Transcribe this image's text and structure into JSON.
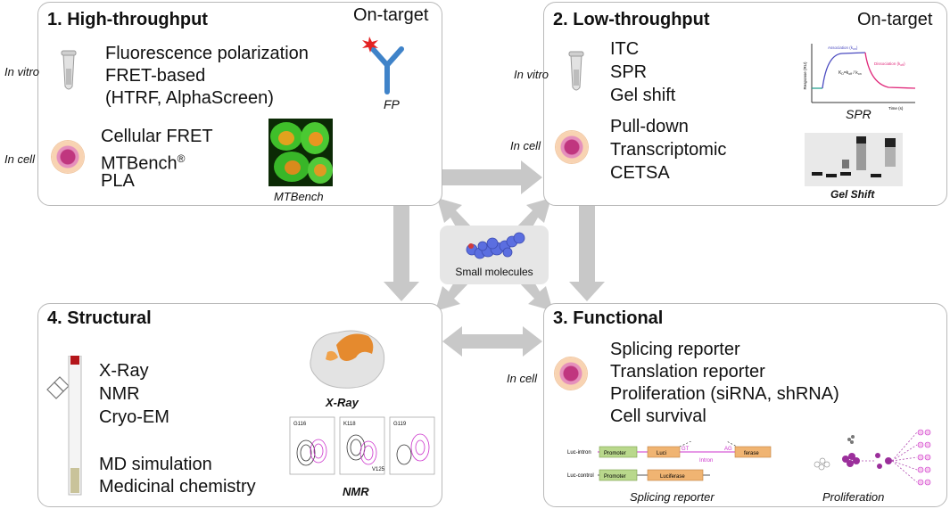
{
  "hub": {
    "label": "Small molecules"
  },
  "panel1": {
    "title": "1. High-throughput",
    "on_target": "On-target",
    "in_vitro_label": "In vitro",
    "in_cell_label": "In cell",
    "in_vitro_methods": [
      "Fluorescence polarization",
      "FRET-based",
      "(HTRF, AlphaScreen)"
    ],
    "in_cell_methods": [
      "Cellular FRET",
      "MTBench",
      "PLA"
    ],
    "registered_mark": "®",
    "fp_caption": "FP",
    "mtbench_caption": "MTBench"
  },
  "panel2": {
    "title": "2. Low-throughput",
    "on_target": "On-target",
    "in_vitro_label": "In vitro",
    "in_cell_label": "In cell",
    "in_vitro_methods": [
      "ITC",
      "SPR",
      "Gel shift"
    ],
    "in_cell_methods": [
      "Pull-down",
      "Transcriptomic",
      "CETSA"
    ],
    "spr_caption": "SPR",
    "gel_caption": "Gel Shift",
    "spr_chart": {
      "ylabel": "Response (RU)",
      "xlabel": "Time (s)",
      "assoc": "Association (k",
      "assoc_sub": "on",
      "dissoc": "Dissociation (k",
      "dissoc_sub": "off",
      "kd": "K",
      "colors": {
        "assoc": "#4a4ac0",
        "dissoc": "#e0287a",
        "baseline": "#2aa090"
      }
    }
  },
  "panel3": {
    "title": "3. Functional",
    "in_cell_label": "In cell",
    "methods": [
      "Splicing reporter",
      "Translation reporter",
      "Proliferation (siRNA, shRNA)",
      "Cell survival"
    ],
    "splicing_caption": "Splicing reporter",
    "proliferation_caption": "Proliferation",
    "reporter": {
      "row1_label": "Luc-intron",
      "row2_label": "Luc-control",
      "promoter": "Promoter",
      "luci": "Luci",
      "ferase": "ferase",
      "luciferase": "Luciferase",
      "gt": "GT",
      "ag": "AG",
      "intron": "Intron"
    }
  },
  "panel4": {
    "title": "4. Structural",
    "methods": [
      "X-Ray",
      "NMR",
      "Cryo-EM"
    ],
    "other_methods": [
      "MD simulation",
      "Medicinal chemistry"
    ],
    "xray_caption": "X-Ray",
    "nmr_caption": "NMR",
    "nmr_labels": [
      "G116",
      "K118",
      "V125",
      "G119"
    ]
  },
  "colors": {
    "arrow": "#c8c8c8",
    "border": "#b9b9b9",
    "hub": "#e6e6e6",
    "nmr_magenta": "#cc33cc",
    "orange": "#e58a2e"
  }
}
